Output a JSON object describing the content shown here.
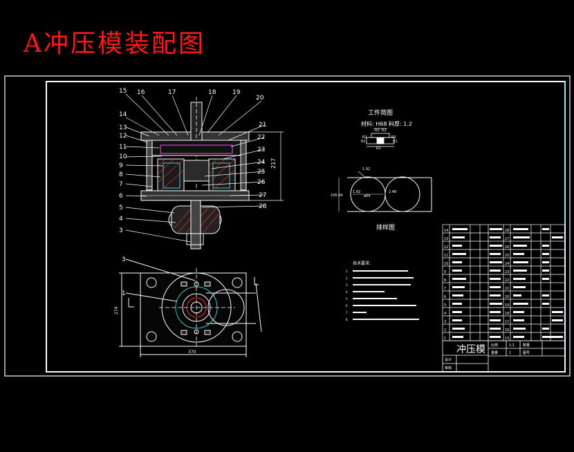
{
  "title": "A冲压模装配图",
  "drawing": {
    "part_numbers": [
      "15",
      "16",
      "17",
      "18",
      "19",
      "20",
      "14",
      "13",
      "12",
      "11",
      "10",
      "9",
      "8",
      "7",
      "6",
      "5",
      "4",
      "3",
      "21",
      "22",
      "23",
      "24",
      "25",
      "26",
      "27",
      "28"
    ],
    "plan_view": {
      "callouts": [
        "3",
        "1"
      ],
      "dim_height": "274",
      "dim_width": "370"
    },
    "workpiece": {
      "title": "工件简图",
      "spec": "材料: H68 料厚: 1.2",
      "dims": [
        "R2",
        "R2",
        "R1",
        "R1",
        "R2",
        "R2",
        "R2"
      ]
    },
    "strip": {
      "title": "排样图",
      "dims": [
        "1.92",
        "106.84",
        "2.48",
        "1.92",
        "ø84"
      ]
    },
    "tech_requirements": {
      "header": "技术要求:",
      "items": [
        "1.",
        "2.",
        "3.",
        "4.",
        "5.",
        "6.",
        "7.",
        "8."
      ]
    },
    "height_dim": "217",
    "title_block": {
      "name": "冲压模",
      "fields": [
        "比例",
        "1:1",
        "数量",
        "1",
        "图号",
        "重量",
        "设计",
        "审核"
      ],
      "left_labels": [
        "设计",
        "审核"
      ]
    },
    "bom_left": [
      "14",
      "13",
      "12",
      "11",
      "10",
      "9",
      "8",
      "7",
      "6",
      "5",
      "4",
      "3",
      "2",
      "1"
    ],
    "bom_right": [
      "28",
      "27",
      "26",
      "25",
      "24",
      "23",
      "22",
      "21",
      "20",
      "19",
      "18",
      "17",
      "16",
      "15"
    ]
  },
  "colors": {
    "title": "#ff1a1a",
    "lines": "#ffffff",
    "frame": "#39d0d0",
    "accent": "#ff44ff",
    "hatch": "#ff3030"
  }
}
